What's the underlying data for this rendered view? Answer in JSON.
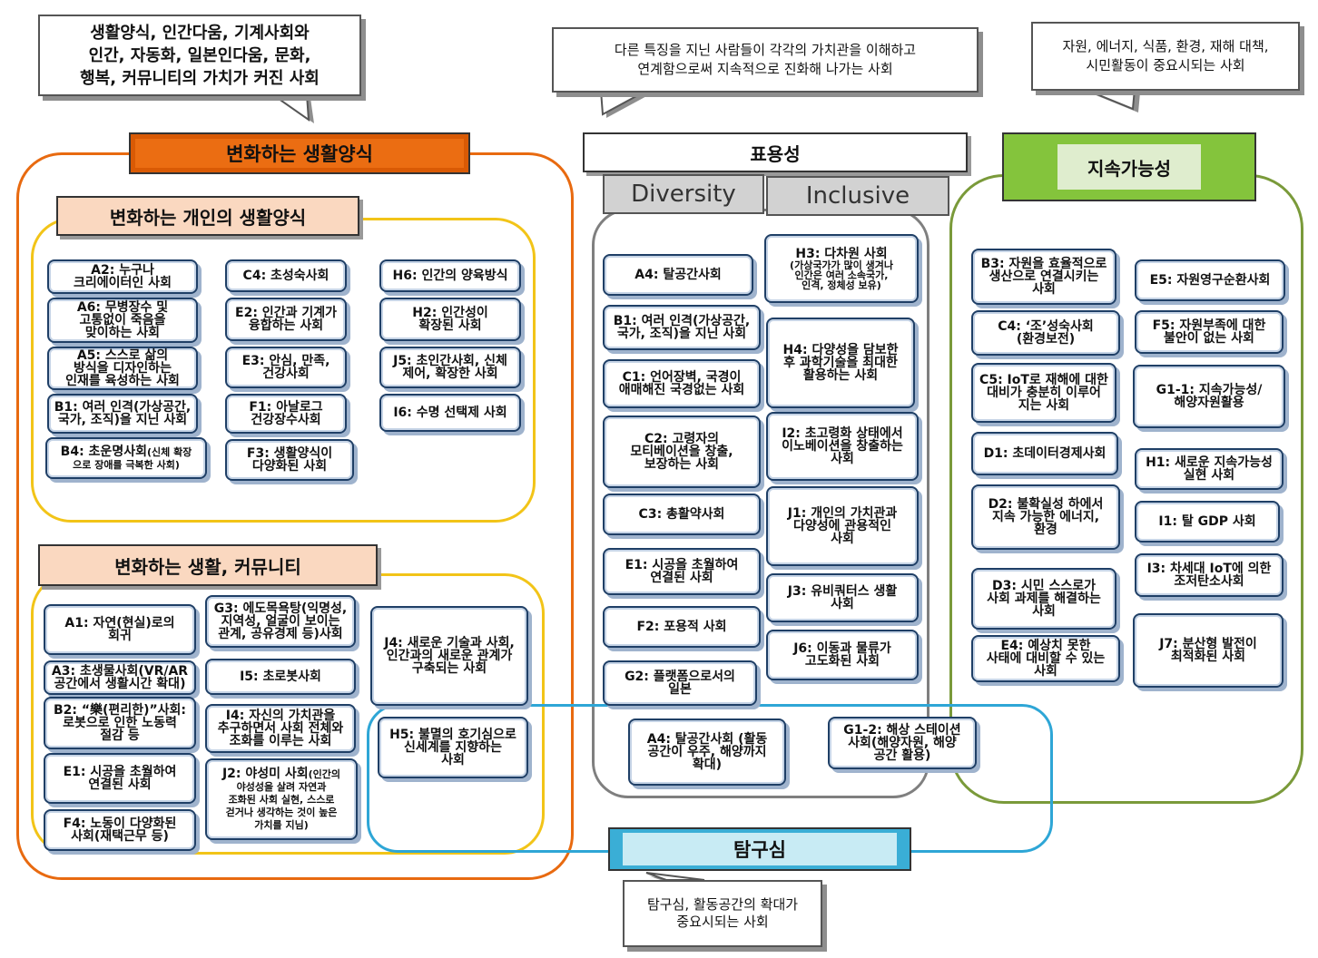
{
  "callouts": {
    "left": "생활양식, 인간다움, 기계사회와\n인간, 자동화, 일본인다움, 문화,\n행복, 커뮤니티의 가치가 커진 사회",
    "middle": "다른 특징을 지닌 사람들이 각각의 가치관을 이해하고\n연계함으로써 지속적으로 진화해 나가는 사회",
    "right": "자원, 에너지, 식품, 환경, 재해 대책,\n시민활동이 중요시되는 사회",
    "bottom": "탐구심, 활동공간의 확대가\n중요시되는 사회"
  },
  "headers": {
    "lifestyle": "변화하는 생활양식",
    "individual": "변화하는 개인의 생활양식",
    "community": "변화하는 생활, 커뮤니티",
    "diversity_main": "표용성",
    "diversity": "Diversity",
    "inclusive": "Inclusive",
    "sustainability": "지속가능성",
    "curiosity": "탐구심"
  },
  "colors": {
    "orange": "#e86a10",
    "yellow": "#f2c418",
    "gray": "#7f7f7f",
    "green": "#7a9a3a",
    "green_header": "#82c83c",
    "cyan": "#2ea6d6",
    "node_border": "#1f3f66"
  },
  "nodes": {
    "ind_c1": [
      "A2: 누구나\n크리에이터인 사회",
      "A6: 무병장수 및\n고통없이 죽음을\n맞이하는 사회",
      "A5: 스스로 삶의\n방식을 디자인하는\n인재를 육성하는 사회",
      "B1: 여러 인격(가상공간,\n국가, 조직)을 지닌 사회"
    ],
    "ind_b4_main": "B4: 초운명사회",
    "ind_b4_note": "(신체 확장\n으로 장애를 극복한 사회)",
    "ind_c2": [
      "C4: 초성숙사회",
      "E2: 인간과 기계가\n융합하는 사회",
      "E3: 안심, 만족,\n건강사회",
      "F1: 아날로그\n건강장수사회",
      "F3: 생활양식이\n다양화된 사회"
    ],
    "ind_c3": [
      "H6: 인간의 양육방식",
      "H2: 인간성이\n확장된 사회",
      "J5: 초인간사회, 신체\n제어, 확장한 사회",
      "I6: 수명 선택제 사회"
    ],
    "com_c1": [
      "A1: 자연(현실)로의\n회귀",
      "A3: 초생물사회(VR/AR\n공간에서 생활시간 확대)",
      "B2: “樂(편리한)”사회:\n로봇으로 인한 노동력\n절감 등",
      "E1: 시공을 초월하여\n연결된 사회",
      "F4: 노동이 다양화된\n사회(재택근무 등)"
    ],
    "com_c2": [
      "G3: 에도목욕탕(익명성,\n지역성, 얼굴이 보이는\n관계, 공유경제 등)사회",
      "I5: 초로봇사회",
      "I4: 자신의 가치관을\n추구하면서 사회 전체와\n조화를 이루는 사회"
    ],
    "com_j2_main": "J2: 야성미 사회",
    "com_j2_note": "(인간의\n야성성을 살려 자연과\n조화된 사회 실현, 스스로\n걷거나 생각하는 것이 높은\n가치를 지님)",
    "com_c3": [
      "J4: 새로운 기술과 사회,\n인간과의 새로운 관계가\n구축되는 사회",
      "H5: 불멸의 호기심으로\n신세계를 지향하는\n사회"
    ],
    "div_left": [
      "A4: 탈공간사회",
      "B1: 여러 인격(가상공간,\n국가, 조직)을 지닌 사회",
      "C1: 언어장벽, 국경이\n애매해진 국경없는 사회",
      "C2: 고령자의\n모티베이션을 창출,\n보장하는 사회",
      "C3: 총활약사회",
      "E1: 시공을 초월하여\n연결된 사회",
      "F2: 포용적 사회",
      "G2: 플랫폼으로서의\n일본"
    ],
    "div_h3_main": "H3: 다차원 사회",
    "div_h3_note": "(가상국가가 많이 생겨나\n인간은 여러 소속국가,\n인격, 정체성 보유)",
    "div_right": [
      "H4: 다양성을 담보한\n후 과학기술을 최대한\n활용하는 사회",
      "I2: 초고령화 상태에서\n이노베이션을 창출하는\n사회",
      "J1: 개인의 가치관과\n다양성에 관용적인\n사회",
      "J3: 유비쿼터스 생활\n사회",
      "J6: 이동과 물류가\n고도화된 사회"
    ],
    "cur": [
      "A4: 탈공간사회 (활동\n공간이 우주, 해양까지\n확대)",
      "G1-2: 해상 스테이션\n사회(해양자원, 해양\n공간 활용)"
    ],
    "sus_left": [
      "B3: 자원을 효율적으로\n생산으로 연결시키는\n사회",
      "C4: ‘조’성숙사회\n(환경보전)",
      "C5: IoT로 재해에 대한\n대비가 충분히 이루어\n지는 사회",
      "D1: 초데이터경제사회",
      "D2: 불확실성 하에서\n지속 가능한 에너지,\n환경",
      "D3: 시민 스스로가\n사회 과제를 해결하는\n사회",
      "E4: 예상치 못한\n사태에 대비할 수 있는\n사회"
    ],
    "sus_right": [
      "E5: 자원영구순환사회",
      "F5: 자원부족에 대한\n불안이 없는 사회",
      "G1-1: 지속가능성/\n해양자원활용",
      "H1: 새로운 지속가능성\n실현 사회",
      "I1: 탈 GDP 사회",
      "I3: 차세대 IoT에 의한\n조저탄소사회",
      "J7: 분산형 발전이\n최적화된 사회"
    ]
  }
}
